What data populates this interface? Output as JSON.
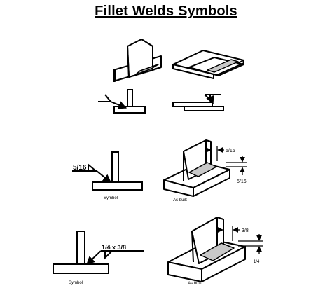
{
  "title": "Fillet Welds Symbols",
  "labels": {
    "size_5_16_middle": "5/16",
    "caption_symbol_middle": "Symbol",
    "caption_asbuilt_middle": "As built",
    "dim_top_5_16": "5/16",
    "dim_side_5_16": "5/16",
    "size_bottom": "1/4 x 3/8",
    "caption_symbol_bottom": "Symbol",
    "caption_asbuilt_bottom": "As built",
    "dim_top_3_8": "3/8",
    "dim_side_1_4": "1/4"
  },
  "colors": {
    "line": "#000000",
    "weld_fill": "#c8c8c8",
    "background": "#ffffff"
  }
}
